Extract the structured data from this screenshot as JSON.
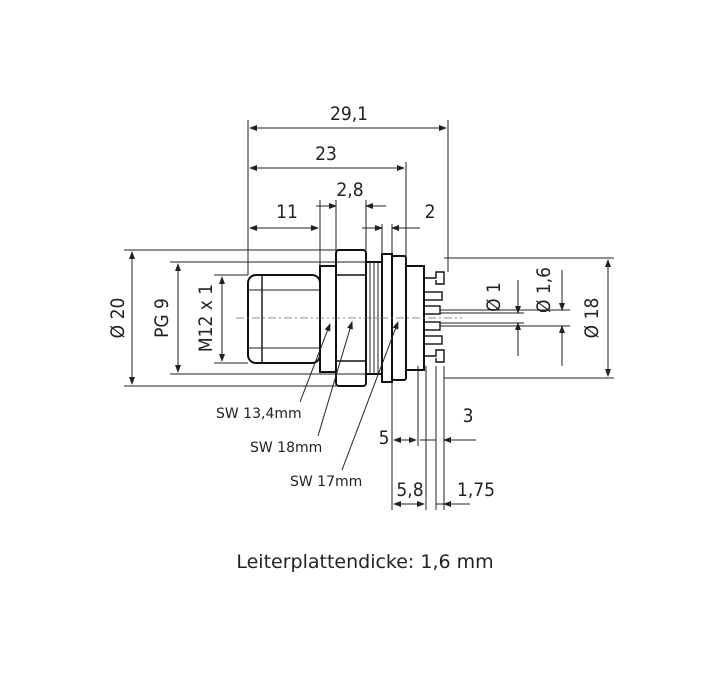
{
  "drawing": {
    "dimensions": {
      "total_length": "29,1",
      "length_23": "23",
      "length_11": "11",
      "length_2_8": "2,8",
      "length_2": "2",
      "dia_20": "Ø 20",
      "pg9": "PG 9",
      "m12": "M12 x 1",
      "dia_1": "Ø 1",
      "dia_1_6": "Ø 1,6",
      "dia_18": "Ø 18",
      "len_5": "5",
      "len_3": "3",
      "len_5_8": "5,8",
      "len_1_75": "1,75"
    },
    "callouts": {
      "sw_13_4": "SW 13,4mm",
      "sw_18": "SW 18mm",
      "sw_17": "SW 17mm"
    },
    "caption": "Leiterplattendicke: 1,6 mm"
  }
}
